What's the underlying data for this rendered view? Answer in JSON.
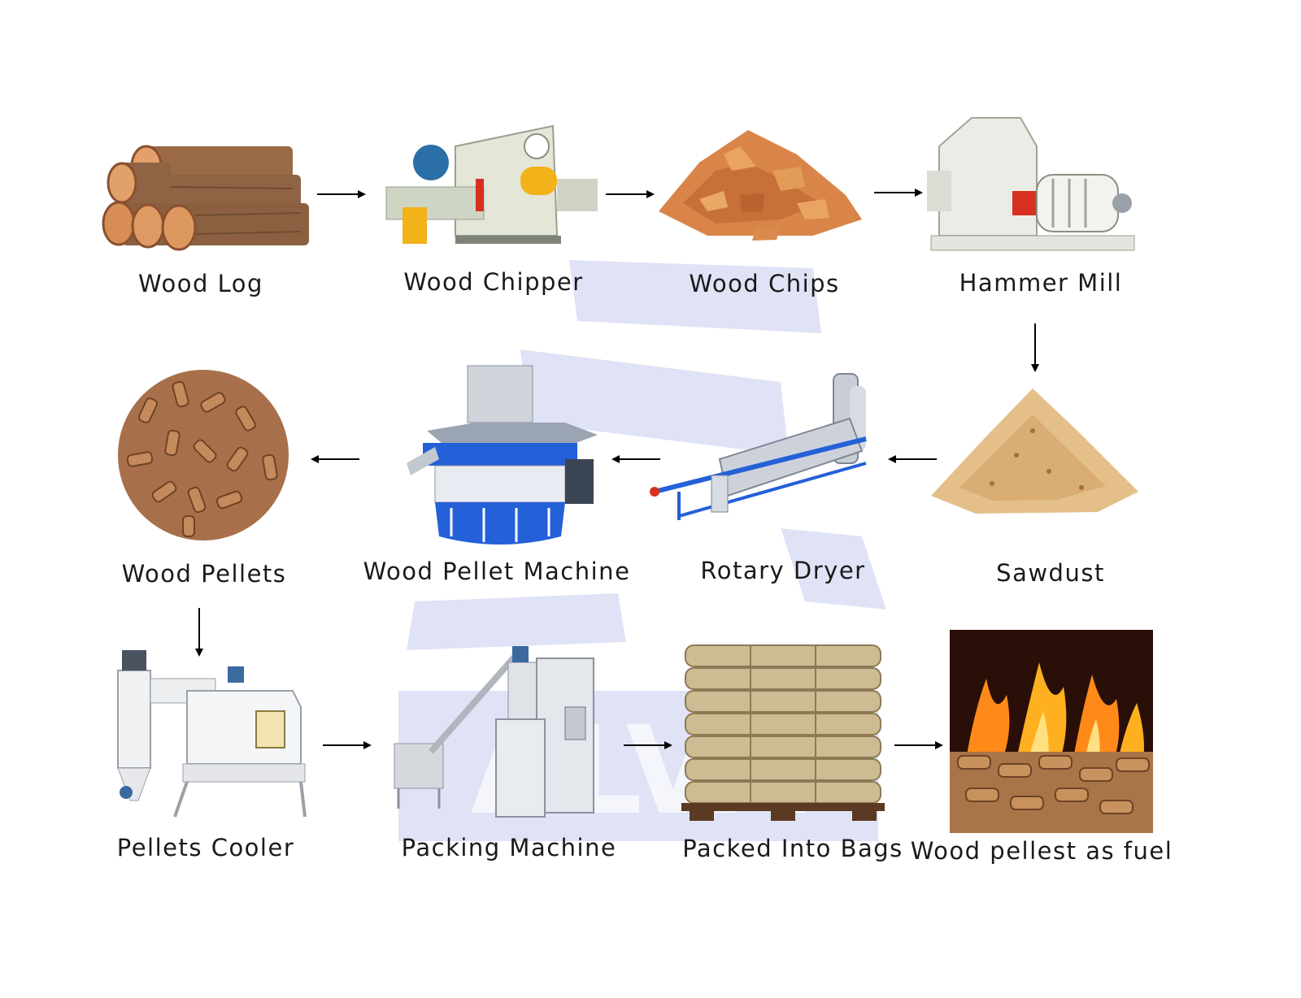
{
  "watermark": {
    "text": "ALVA",
    "color": "#c7cdef"
  },
  "steps": [
    {
      "id": "wood-log",
      "label": "Wood Log",
      "icon": "wood-logs"
    },
    {
      "id": "wood-chipper",
      "label": "Wood Chipper",
      "icon": "chipper-machine"
    },
    {
      "id": "wood-chips",
      "label": "Wood Chips",
      "icon": "wood-chips-pile"
    },
    {
      "id": "hammer-mill",
      "label": "Hammer Mill",
      "icon": "hammer-mill-machine"
    },
    {
      "id": "sawdust",
      "label": "Sawdust",
      "icon": "sawdust-pile"
    },
    {
      "id": "rotary-dryer",
      "label": "Rotary Dryer",
      "icon": "rotary-dryer-machine"
    },
    {
      "id": "wood-pellet-machine",
      "label": "Wood Pellet Machine",
      "icon": "pellet-mill-machine"
    },
    {
      "id": "wood-pellets",
      "label": "Wood Pellets",
      "icon": "pellets-pile"
    },
    {
      "id": "pellets-cooler",
      "label": "Pellets Cooler",
      "icon": "cooler-machine"
    },
    {
      "id": "packing-machine",
      "label": "Packing Machine",
      "icon": "packing-machine"
    },
    {
      "id": "packed-into-bags",
      "label": "Packed Into Bags",
      "icon": "bag-pallet"
    },
    {
      "id": "wood-pellest-as-fuel",
      "label": "Wood pellest as fuel",
      "icon": "burning-pellets"
    }
  ],
  "colors": {
    "wood": "#b0703f",
    "bark": "#7a5a3e",
    "chips": "#d9854a",
    "machine": "#e8e8e0",
    "blue": "#2460d8",
    "red": "#d83020",
    "yellow": "#f2b21a",
    "steel": "#b9bec6",
    "fire": "#ff8a1a"
  }
}
